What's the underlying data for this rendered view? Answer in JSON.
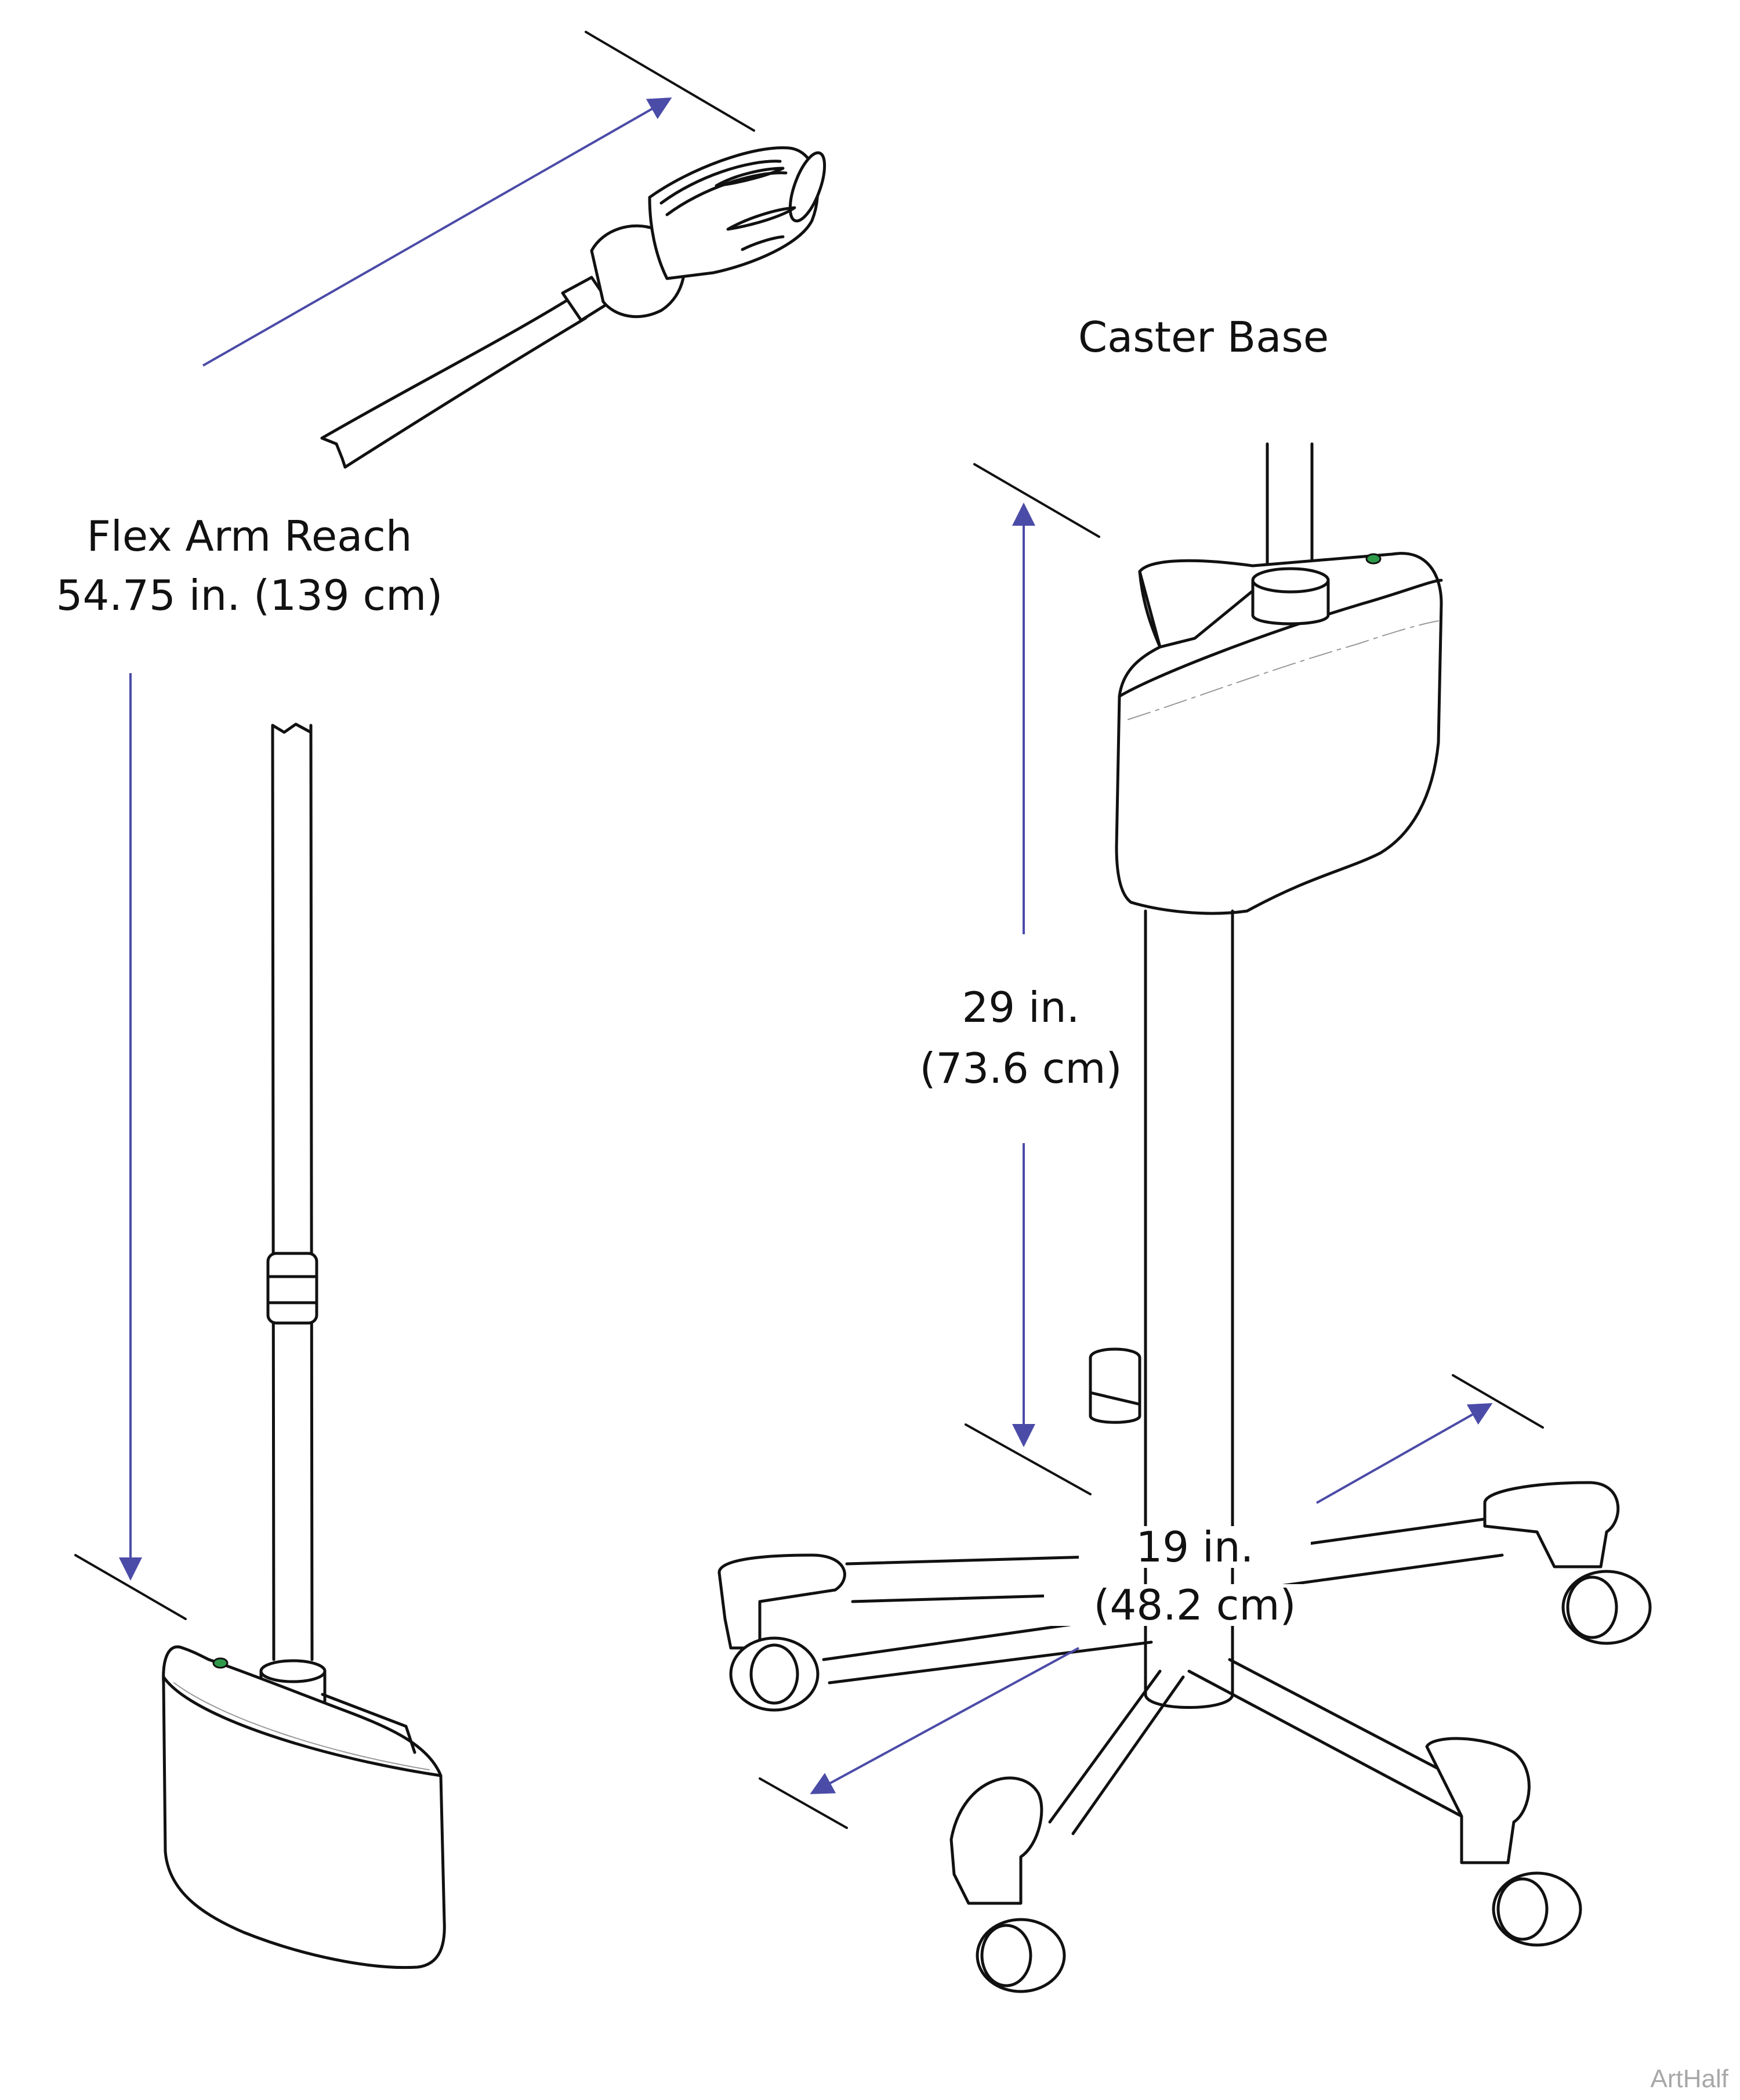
{
  "labels": {
    "flex_arm_title": "Flex Arm Reach",
    "flex_arm_value": "54.75 in. (139 cm)",
    "caster_base_title": "Caster Base",
    "height_in": "29 in.",
    "height_cm": "(73.6 cm)",
    "width_in": "19 in.",
    "width_cm": "(48.2 cm)"
  },
  "watermark": "ArtHalf",
  "colors": {
    "dimension_line": "#4b4ba8",
    "outline": "#111111",
    "indicator": "#2e9a4a",
    "watermark": "#a8a8a8"
  }
}
